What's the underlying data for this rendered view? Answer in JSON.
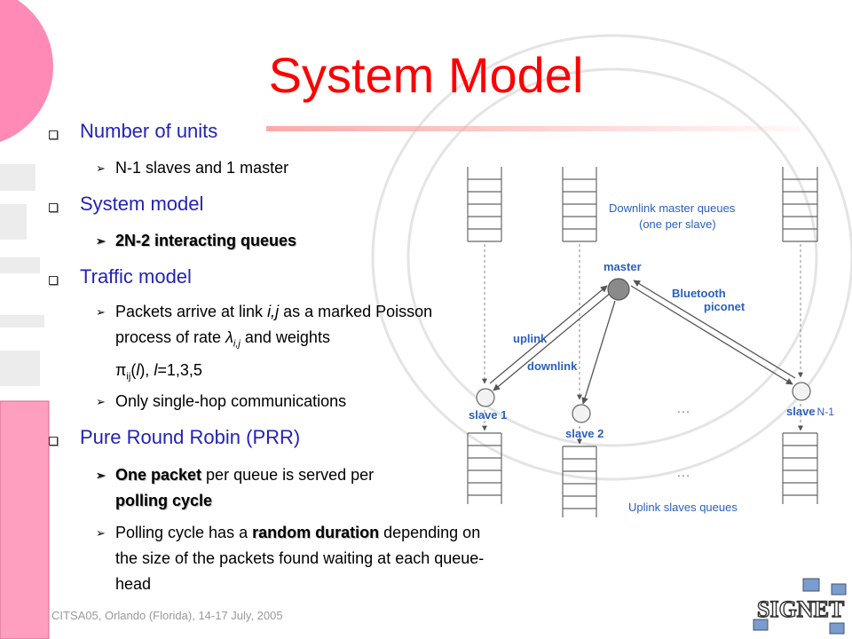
{
  "title": "System Model",
  "bullets": [
    {
      "text": "Number of units",
      "subs": [
        {
          "text": "N-1 slaves and 1 master"
        }
      ]
    },
    {
      "text": "System model",
      "subs": [
        {
          "text": "2N-2 interacting queues"
        }
      ]
    },
    {
      "text": "Traffic model",
      "subs": [
        {
          "pre": "Packets arrive at link ",
          "link": "i,j",
          "mid": " as a marked Poisson process of rate ",
          "rate": "λ",
          "rate_sub": "i,j",
          "post": " and weights ",
          "pi": "π",
          "pi_sub": "ij",
          "arg_open": "(",
          "arg": "l",
          "arg_close": "), ",
          "arg2": "l",
          "tail": "=1,3,5"
        },
        {
          "text": "Only single-hop communications"
        }
      ]
    },
    {
      "text": "Pure Round Robin (PRR)",
      "subs": [
        {
          "emph1": "One packet",
          "mid": " per queue is served per ",
          "emph2": "polling cycle"
        },
        {
          "pre": "Polling cycle has a ",
          "emph": "random duration",
          "post": " depending on the size of the packets found waiting at each queue-head"
        }
      ]
    }
  ],
  "footer": "CITSA05, Orlando (Florida), 14-17 July, 2005",
  "diagram": {
    "downlink_label_1": "Downlink master queues",
    "downlink_label_2": "(one per slave)",
    "master_label": "master",
    "piconet_label_1": "Bluetooth",
    "piconet_label_2": "piconet",
    "uplink_label": "uplink",
    "downlink_label": "downlink",
    "slave1_label": "slave 1",
    "slave2_label": "slave 2",
    "slaveN_label": "slave",
    "slaveN_suffix": "N-1",
    "dots": "…",
    "uplink_queues_label": "Uplink slaves queues"
  },
  "logo_text": "SIGNET",
  "colors": {
    "title": "#ff0000",
    "heading": "#2323b4",
    "diagram_label": "#2a5fc0",
    "accent_pink": "#ff7fb0"
  }
}
